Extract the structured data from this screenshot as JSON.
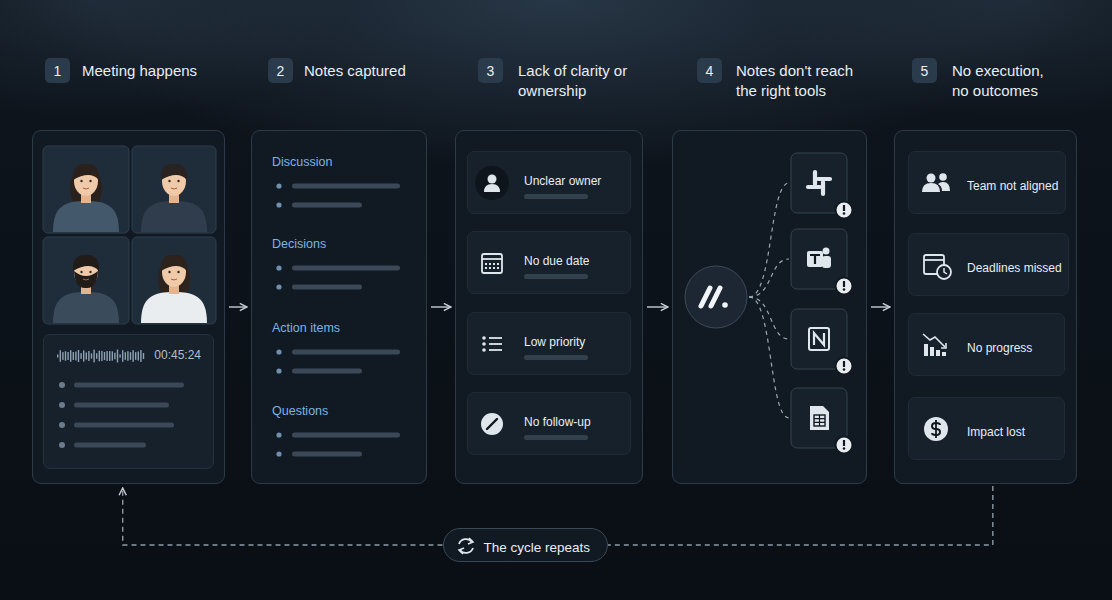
{
  "diagram": {
    "nodes": [
      {
        "text": [
          "1"
        ]
      },
      {
        "text": [
          "Meeting happens"
        ]
      },
      {
        "text": [
          "00:45:24"
        ],
        "in": 1
      },
      {
        "text": [
          "2"
        ]
      },
      {
        "text": [
          "Notes captured",
          "Discussion",
          "Decisions",
          "Action items",
          "Questions"
        ]
      },
      {
        "text": [
          "3"
        ]
      },
      {
        "text": [
          "Lack of clarity or ownership"
        ]
      },
      {
        "text": [
          "Unclear owner"
        ],
        "in": 6
      },
      {
        "text": [
          "No due date"
        ],
        "in": 6
      },
      {
        "text": [
          "Low priority"
        ],
        "in": 6
      },
      {
        "text": [
          "No follow-up"
        ],
        "in": 6
      },
      {
        "text": [
          "4"
        ]
      },
      {
        "text": [
          "Notes don't reach the right tools"
        ]
      },
      {
        "text": [
          "5"
        ]
      },
      {
        "text": [
          "No execution, no outcomes"
        ]
      },
      {
        "text": [
          "Team not aligned"
        ],
        "in": 14
      },
      {
        "text": [
          "Deadlines missed"
        ],
        "in": 14
      },
      {
        "text": [
          "No progress"
        ],
        "in": 14
      },
      {
        "text": [
          "Impact lost"
        ],
        "in": 14
      },
      {
        "text": [
          "The cycle repeats"
        ]
      }
    ],
    "edges": [
      {
        "from": 1,
        "to": 4,
        "arrow": "to"
      },
      {
        "from": 4,
        "to": 6,
        "arrow": "to"
      },
      {
        "from": 6,
        "to": 12,
        "arrow": "to"
      },
      {
        "from": 12,
        "to": 14,
        "arrow": "to"
      },
      {
        "from": 14,
        "to": 19,
        "arrow": "none"
      },
      {
        "from": 19,
        "to": 1,
        "arrow": "to"
      }
    ]
  }
}
